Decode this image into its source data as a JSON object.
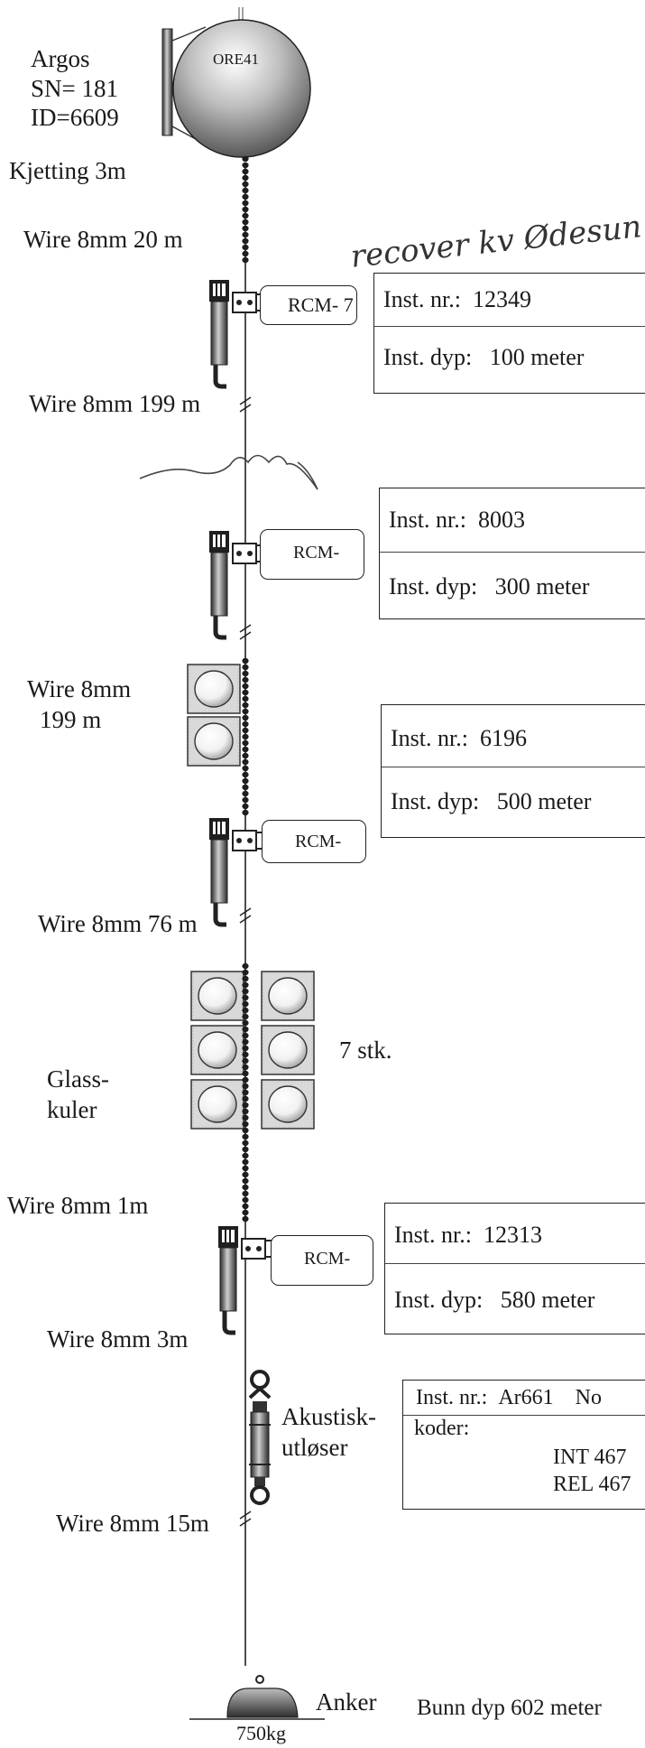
{
  "buoy": {
    "label": "ORE41",
    "argos_lines": [
      "Argos",
      "SN= 181",
      "ID=6609"
    ]
  },
  "segments": {
    "chain": "Kjetting 3m",
    "wire_1": "Wire 8mm   20 m",
    "wire_2": "Wire 8mm  199 m",
    "wire_3a": "Wire 8mm",
    "wire_3b": "199 m",
    "wire_4": "Wire 8mm  76 m",
    "wire_5": "Wire 8mm  1m",
    "wire_6": "Wire 8mm  3m",
    "wire_7": "Wire 8mm 15m"
  },
  "handwriting": {
    "note": "recover  kv Ødesun"
  },
  "current_meters": [
    {
      "tag": "RCM- 7",
      "inst_label": "Inst. nr.:",
      "inst_nr": "12349",
      "depth_label": "Inst. dyp:",
      "depth": "100 meter"
    },
    {
      "tag": "RCM-",
      "inst_label": "Inst. nr.:",
      "inst_nr": "8003",
      "depth_label": "Inst. dyp:",
      "depth": "300 meter"
    },
    {
      "tag": "RCM-",
      "inst_label": "Inst. nr.:",
      "inst_nr": "6196",
      "depth_label": "Inst. dyp:",
      "depth": "500 meter"
    },
    {
      "tag": "RCM-",
      "inst_label": "Inst. nr.:",
      "inst_nr": "12313",
      "depth_label": "Inst. dyp:",
      "depth": "580 meter"
    }
  ],
  "floats": {
    "label_lines": [
      "Glass-",
      "kuler"
    ],
    "count": "7 stk."
  },
  "release": {
    "label_lines": [
      "Akustisk-",
      "utløser"
    ],
    "inst_label": "Inst. nr.:",
    "inst_nr": "Ar661",
    "extra": "No",
    "codes_label": "koder:",
    "int_code": "INT 467",
    "rel_code": "REL 467"
  },
  "anchor": {
    "label": "Anker",
    "weight": "750kg",
    "bottom_depth": "Bunn dyp 602 meter"
  },
  "colors": {
    "ink": "#1a1a1a",
    "float_face": "#d8d8d8",
    "line": "#222222"
  }
}
